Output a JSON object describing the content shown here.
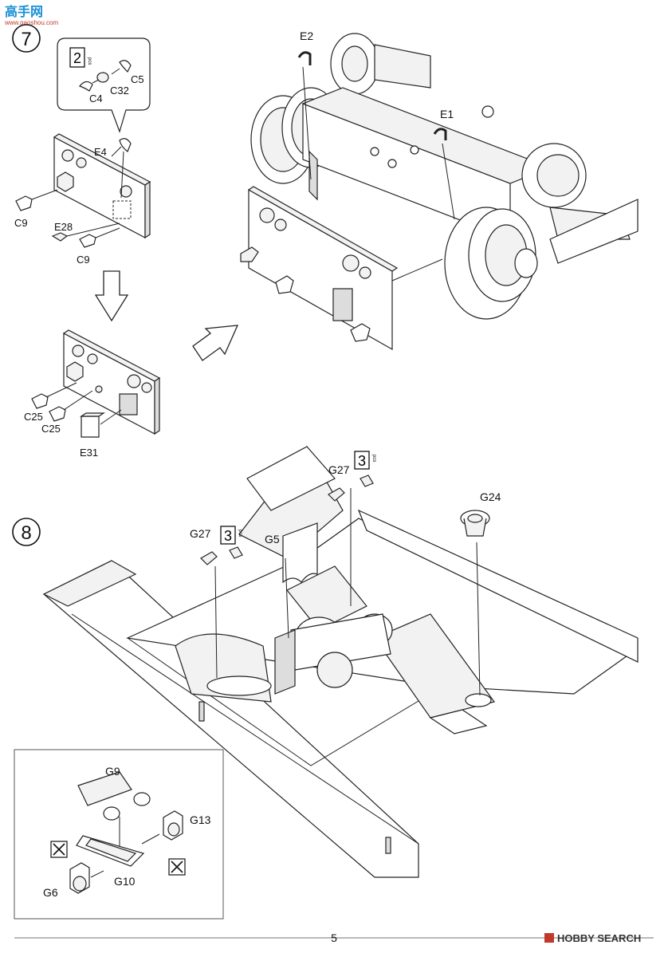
{
  "watermark_top": {
    "title": "高手网",
    "subtitle": "www.gaoshou.com"
  },
  "watermark_bottom": {
    "text": "HOBBY SEARCH"
  },
  "page_number": "5",
  "step7": {
    "number": "7",
    "callout_qty": "2",
    "callout_unit": "pcs",
    "labels": {
      "c5": "C5",
      "c4": "C4",
      "c32": "C32",
      "e4": "E4",
      "c9a": "C9",
      "e28": "E28",
      "c9b": "C9",
      "c25a": "C25",
      "c25b": "C25",
      "e31": "E31",
      "e2": "E2",
      "e1": "E1"
    }
  },
  "step8": {
    "number": "8",
    "g27_qty": "3",
    "g27_unit": "pcs",
    "labels": {
      "g27a": "G27",
      "g27b": "G27",
      "g24": "G24",
      "g5": "G5",
      "g9": "G9",
      "g13": "G13",
      "g6": "G6",
      "g10": "G10"
    }
  }
}
